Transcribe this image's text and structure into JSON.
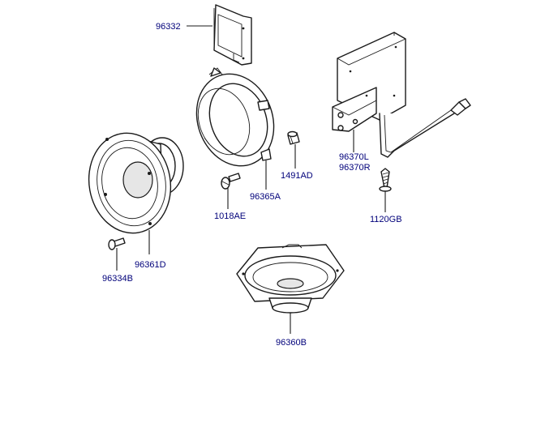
{
  "colors": {
    "label": "#00007a",
    "line": "#1a1a1a",
    "background": "#ffffff"
  },
  "parts": [
    {
      "id": "amplifier-bracket",
      "label": "96332"
    },
    {
      "id": "speaker-adapter-ring",
      "label": "96365A"
    },
    {
      "id": "small-cap",
      "label": "1491AD"
    },
    {
      "id": "amplifier-left",
      "label": "96370L"
    },
    {
      "id": "amplifier-right",
      "label": "96370R"
    },
    {
      "id": "bolt-b",
      "label": "1120GB"
    },
    {
      "id": "screw-ae",
      "label": "1018AE"
    },
    {
      "id": "front-speaker",
      "label": "96361D"
    },
    {
      "id": "screw-b",
      "label": "96334B"
    },
    {
      "id": "rear-speaker",
      "label": "96360B"
    }
  ]
}
